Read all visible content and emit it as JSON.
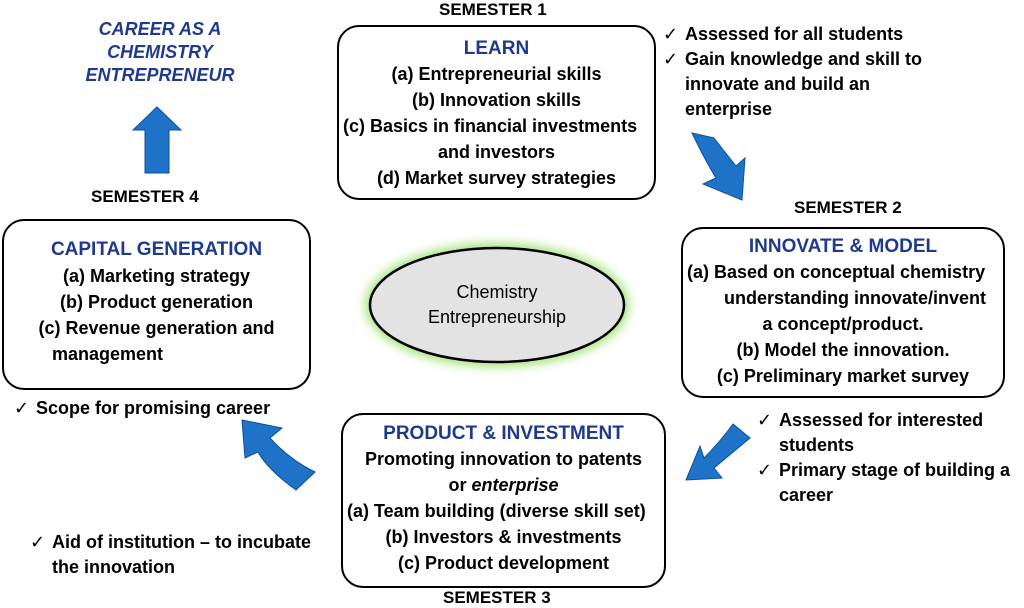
{
  "career": {
    "lines": [
      "CAREER AS A",
      "CHEMISTRY",
      "ENTREPRENEUR"
    ]
  },
  "semesters": {
    "s1": "SEMESTER 1",
    "s2": "SEMESTER 2",
    "s3": "SEMESTER 3",
    "s4": "SEMESTER 4"
  },
  "center": {
    "line1": "Chemistry",
    "line2": "Entrepreneurship"
  },
  "learn": {
    "title": "LEARN",
    "items": [
      "(a)  Entrepreneurial skills",
      "(b)  Innovation skills",
      "(c)  Basics in financial investments",
      "and investors",
      "(d)  Market survey strategies"
    ]
  },
  "innovate": {
    "title": "INNOVATE & MODEL",
    "items": [
      "(a)  Based on conceptual chemistry",
      "understanding innovate/invent",
      "a concept/product.",
      "(b)   Model the innovation.",
      "(c)  Preliminary market survey"
    ]
  },
  "product": {
    "title": "PRODUCT & INVESTMENT",
    "line1": "Promoting innovation to patents",
    "line2_prefix": "or ",
    "line2_italic": "enterprise",
    "items": [
      "(a)  Team building (diverse skill set)",
      "(b)  Investors & investments",
      "(c)  Product development"
    ]
  },
  "capital": {
    "title": "CAPITAL GENERATION",
    "items": [
      "(a)  Marketing strategy",
      "(b) Product generation",
      "(c)  Revenue generation and",
      "management"
    ]
  },
  "notes": {
    "sem1": [
      "Assessed for all students",
      "Gain knowledge and skill to",
      "innovate and build an",
      "enterprise"
    ],
    "sem2": [
      "Assessed for interested",
      "students",
      "Primary stage of building a",
      "career"
    ],
    "sem3": [
      "Aid of institution – to incubate",
      "the innovation"
    ],
    "sem4": [
      "Scope for promising career"
    ]
  },
  "colors": {
    "title_blue": "#1f3a8a",
    "arrow_blue": "#1e73c8",
    "ellipse_fill": "#e3e3e3",
    "glow": "#a6e27a"
  },
  "icons": {
    "check": "✓"
  }
}
